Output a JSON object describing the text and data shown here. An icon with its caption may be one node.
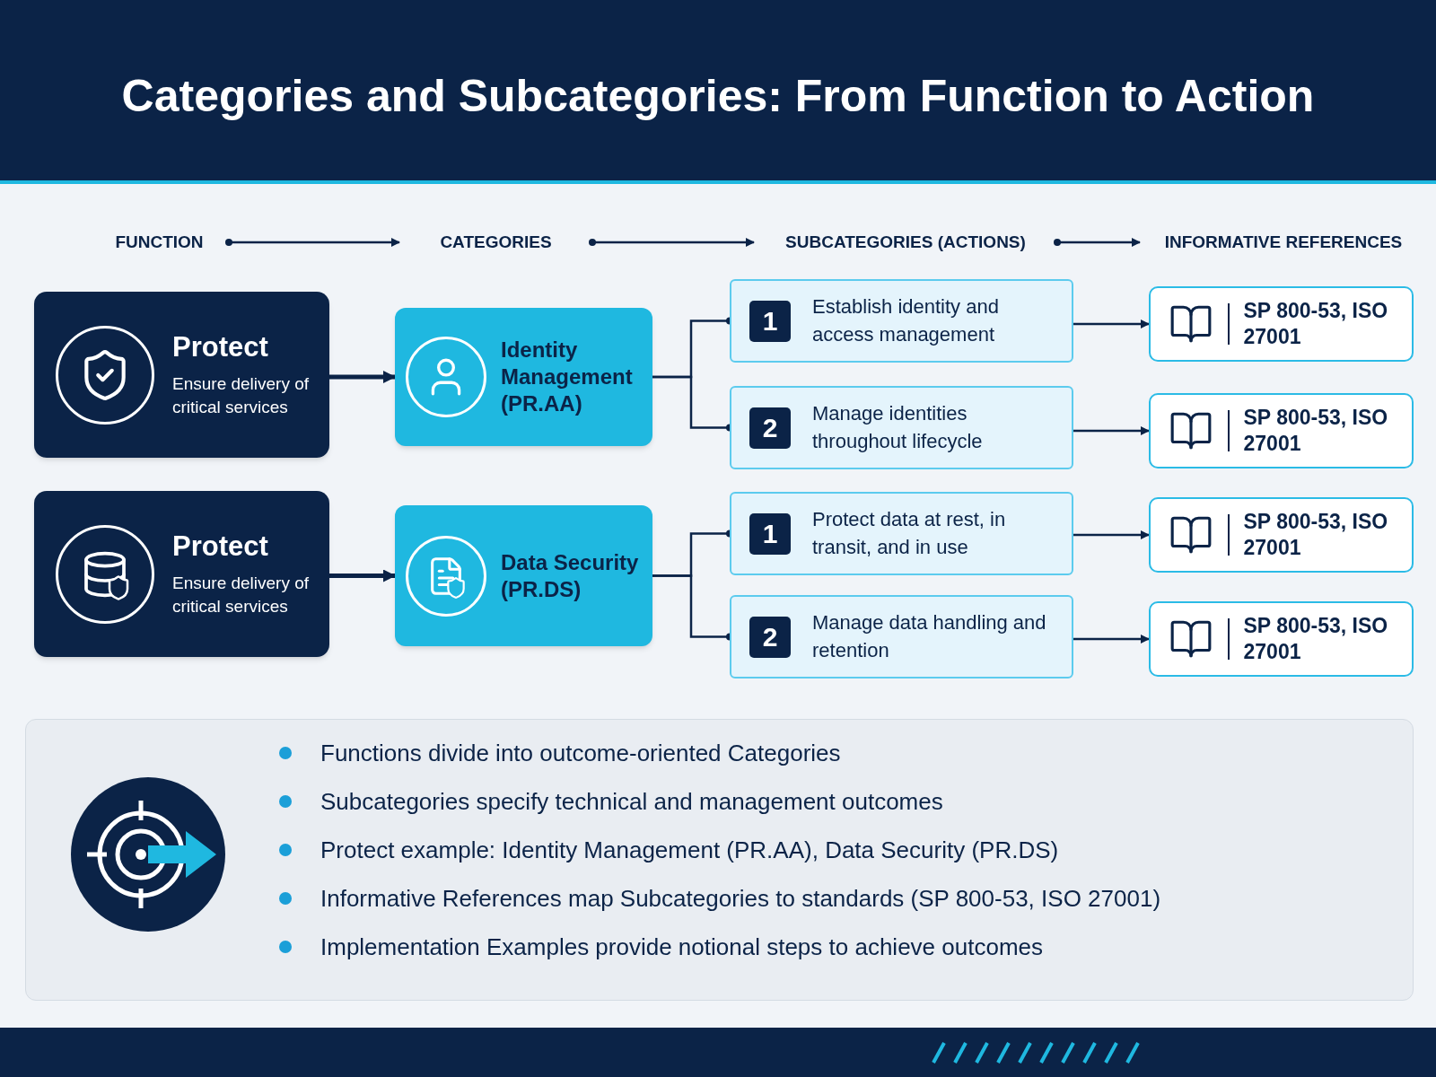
{
  "diagram": {
    "title": "Categories and Subcategories: From Function to Action",
    "nodes": [
      {
        "text": [
          "FUNCTION"
        ]
      },
      {
        "text": [
          "CATEGORIES"
        ]
      },
      {
        "text": [
          "SUBCATEGORIES (ACTIONS)"
        ]
      },
      {
        "text": [
          "INFORMATIVE REFERENCES"
        ]
      },
      {
        "text": [
          "Protect",
          "Ensure delivery of critical services"
        ]
      },
      {
        "text": [
          "Identity Management (PR.AA)"
        ]
      },
      {
        "text": [
          "1",
          "Establish identity and access management"
        ]
      },
      {
        "text": [
          "2",
          "Manage identities throughout lifecycle"
        ]
      },
      {
        "text": [
          "SP 800-53, ISO 27001"
        ]
      },
      {
        "text": [
          "SP 800-53, ISO 27001"
        ]
      },
      {
        "text": [
          "Protect",
          "Ensure delivery of critical services"
        ]
      },
      {
        "text": [
          "Data Security (PR.DS)"
        ]
      },
      {
        "text": [
          "1",
          "Protect data at rest, in transit, and in use"
        ]
      },
      {
        "text": [
          "2",
          "Manage data handling and retention"
        ]
      },
      {
        "text": [
          "SP 800-53, ISO 27001"
        ]
      },
      {
        "text": [
          "SP 800-53, ISO 27001"
        ]
      },
      {
        "text": [
          "Functions divide into outcome-oriented Categories",
          "Subcategories specify technical and management outcomes",
          "Protect example: Identity Management (PR.AA), Data Security (PR.DS)",
          "Informative References map Subcategories to standards (SP 800-53, ISO 27001)",
          "Implementation Examples provide notional steps to achieve outcomes"
        ]
      }
    ],
    "edges": [
      {
        "from": 0,
        "to": 1,
        "arrow": "to"
      },
      {
        "from": 1,
        "to": 2,
        "arrow": "to"
      },
      {
        "from": 2,
        "to": 3,
        "arrow": "to"
      },
      {
        "from": 4,
        "to": 5,
        "arrow": "to",
        "style": "thick"
      },
      {
        "from": 5,
        "to": 6,
        "arrow": "other"
      },
      {
        "from": 5,
        "to": 7,
        "arrow": "other"
      },
      {
        "from": 6,
        "to": 8,
        "arrow": "to"
      },
      {
        "from": 7,
        "to": 9,
        "arrow": "to"
      },
      {
        "from": 10,
        "to": 11,
        "arrow": "to",
        "style": "thick"
      },
      {
        "from": 11,
        "to": 12,
        "arrow": "other"
      },
      {
        "from": 11,
        "to": 13,
        "arrow": "other"
      },
      {
        "from": 12,
        "to": 14,
        "arrow": "to"
      },
      {
        "from": 13,
        "to": 15,
        "arrow": "to"
      }
    ]
  }
}
